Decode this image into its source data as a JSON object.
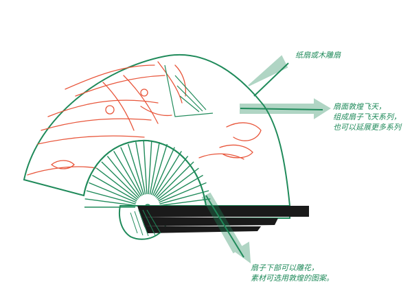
{
  "annotations": [
    {
      "id": "note-1",
      "lines": [
        "纸扇或木雕扇"
      ]
    },
    {
      "id": "note-2",
      "lines": [
        "扇面敦煌飞天，",
        "组成扇子飞天系列，",
        "也可以延展更多系列"
      ]
    },
    {
      "id": "note-3",
      "lines": [
        "扇子下部可以雕花，",
        "素材可选用敦煌的图案。"
      ]
    }
  ],
  "colors": {
    "outline": "#1f8a5a",
    "figure": "#e8553a",
    "handle": "#1a1a1a"
  }
}
